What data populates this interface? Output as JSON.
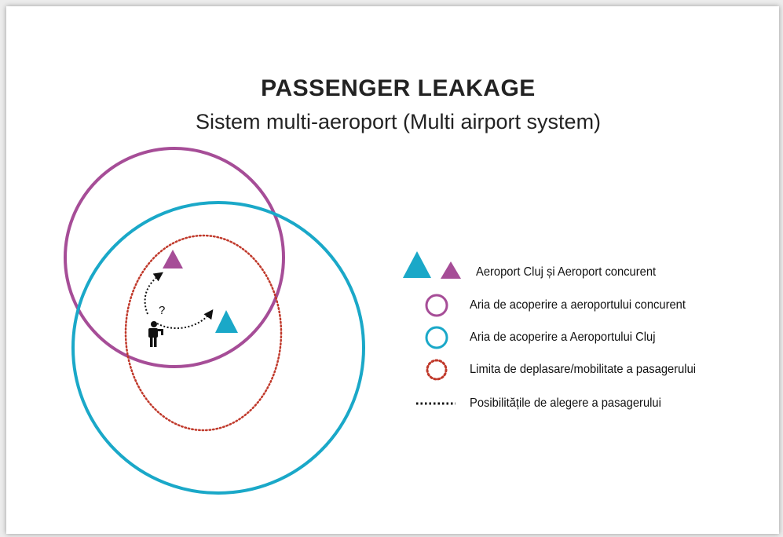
{
  "title": "PASSENGER LEAKAGE",
  "subtitle": "Sistem multi-aeroport (Multi airport system)",
  "question_mark": "?",
  "colors": {
    "competitor": "#a64d97",
    "cluj": "#1aa8c8",
    "mobility": "#c0392b",
    "choice": "#111111"
  },
  "legend": [
    {
      "symbol": "triangles",
      "label": "Aeroport Cluj și Aeroport concurent"
    },
    {
      "symbol": "purple-circle",
      "label": "Aria de acoperire a aeroportului concurent"
    },
    {
      "symbol": "blue-circle",
      "label": "Aria de acoperire a Aeroportului Cluj"
    },
    {
      "symbol": "dotted-red-circle",
      "label": "Limita de deplasare/mobilitate a pasagerului"
    },
    {
      "symbol": "dotted-line",
      "label": "Posibilitățile de alegere a pasagerului"
    }
  ]
}
